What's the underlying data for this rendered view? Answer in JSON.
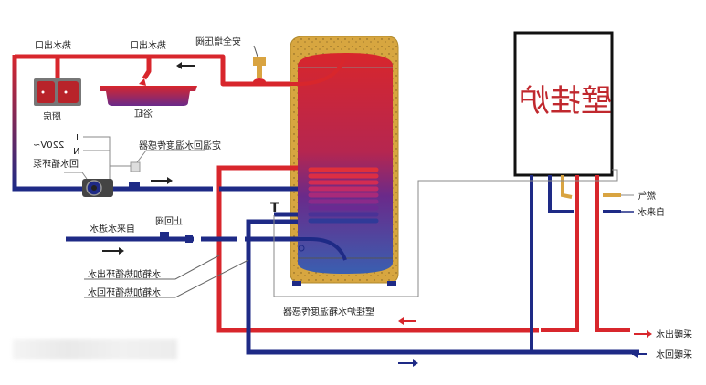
{
  "diagram": {
    "title": "壁挂炉与水箱采暖热水系统示意图",
    "mirrored": true,
    "colors": {
      "hot_pipe": "#d8262c",
      "cold_pipe": "#1e2a86",
      "gas_pipe": "#d9a441",
      "tank_insulation": "#d7a640",
      "boiler_text": "#c0282e",
      "leader_line": "#888888"
    },
    "boiler": {
      "label": "壁挂炉"
    },
    "tank": {
      "sensor_label": "T"
    },
    "fixtures": {
      "kitchen": {
        "label": "厨房",
        "outlet_label": "热水出口"
      },
      "bath": {
        "label": "浴缸",
        "outlet_label": "热水出口"
      }
    },
    "labels": {
      "safety_valve": "安全增压阀",
      "power_l": "L",
      "power_n": "N",
      "power_voltage": "220V~",
      "return_pump": "回水循环泵",
      "return_sensor": "定温回水温度传感器",
      "tap_water_inlet": "自来水进水",
      "check_valve": "止回阀",
      "tank_heat_out": "水箱加热循环出水",
      "tank_heat_return": "水箱加热循环回水",
      "boiler_tank_sensor": "壁挂炉水箱温度传感器",
      "gas": "燃气",
      "tap_water": "自来水",
      "heating_out": "采暖出水",
      "heating_return": "采暖回水"
    }
  }
}
